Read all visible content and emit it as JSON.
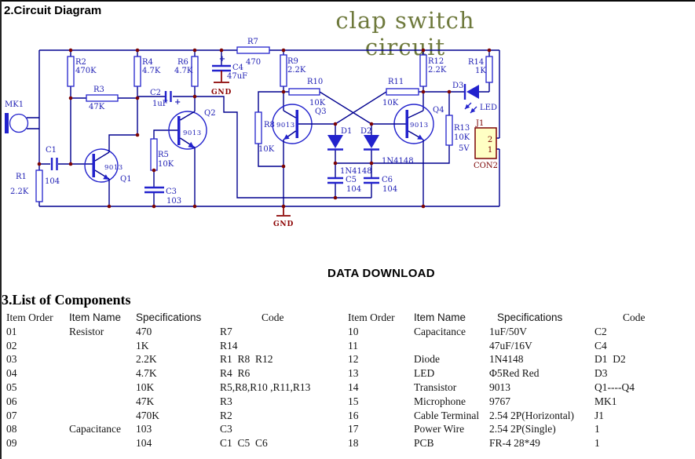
{
  "page": {
    "section_circuit_title": "2.Circuit Diagram",
    "brand_title": "clap switch circuit",
    "data_download_label": "DATA DOWNLOAD",
    "section_components_title": "3.List of Components"
  },
  "colors": {
    "wire": "#00008f",
    "component_blue": "#2222cd",
    "schematic_label": "#1e1eb4",
    "junction_maroon": "#7c0404",
    "gnd_red": "#8b0000",
    "connector_fill": "#ffffc4",
    "connector_border": "#7c0404",
    "brand_olive": "#6e793c"
  },
  "schematic": {
    "mic": {
      "code": "MK1"
    },
    "r1": {
      "code": "R1",
      "value": "2.2K"
    },
    "r2": {
      "code": "R2",
      "value": "470K"
    },
    "r3": {
      "code": "R3",
      "value": "47K"
    },
    "r4": {
      "code": "R4",
      "value": "4.7K"
    },
    "r5": {
      "code": "R5",
      "value": "10K"
    },
    "r6": {
      "code": "R6",
      "value": "4.7K"
    },
    "r7": {
      "code": "R7",
      "value": "470"
    },
    "r8": {
      "code": "R8",
      "value": "10K"
    },
    "r9": {
      "code": "R9",
      "value": "2.2K"
    },
    "r10": {
      "code": "R10",
      "value": "10K"
    },
    "r11": {
      "code": "R11",
      "value": "10K"
    },
    "r12": {
      "code": "R12",
      "value": "2.2K"
    },
    "r13": {
      "code": "R13",
      "value": "10K",
      "note": "5V"
    },
    "r14": {
      "code": "R14",
      "value": "1K"
    },
    "c1": {
      "code": "C1",
      "value": "104"
    },
    "c2": {
      "code": "C2",
      "value": "1uF",
      "polarity": "+"
    },
    "c3": {
      "code": "C3",
      "value": "103"
    },
    "c4": {
      "code": "C4",
      "value": "47uF",
      "polarity": "+",
      "ground": "GND"
    },
    "c5": {
      "code": "C5",
      "value": "104"
    },
    "c6": {
      "code": "C6",
      "value": "104"
    },
    "q1": {
      "code": "Q1",
      "value": "9013"
    },
    "q2": {
      "code": "Q2",
      "value": "9013"
    },
    "q3": {
      "code": "Q3",
      "value": "9013"
    },
    "q4": {
      "code": "Q4",
      "value": "9013"
    },
    "d1": {
      "code": "D1",
      "part": "1N4148"
    },
    "d2": {
      "code": "D2",
      "part": "1N4148"
    },
    "d3": {
      "code": "D3",
      "label": "LED"
    },
    "j1": {
      "code": "J1",
      "pin_2": "2",
      "pin_1": "1",
      "footprint": "CON2"
    },
    "ground": "GND"
  },
  "components_table": {
    "headers": [
      "Item Order",
      "Item Name",
      "Specifications",
      "Code"
    ],
    "left_rows": [
      {
        "order": "01",
        "name": "Resistor",
        "spec": "470",
        "code": "R7"
      },
      {
        "order": "02",
        "name": "",
        "spec": "1K",
        "code": "R14"
      },
      {
        "order": "03",
        "name": "",
        "spec": "2.2K",
        "code": "R1  R8  R12"
      },
      {
        "order": "04",
        "name": "",
        "spec": "4.7K",
        "code": "R4  R6"
      },
      {
        "order": "05",
        "name": "",
        "spec": "10K",
        "code": "R5,R8,R10 ,R11,R13"
      },
      {
        "order": "06",
        "name": "",
        "spec": "47K",
        "code": "R3"
      },
      {
        "order": "07",
        "name": "",
        "spec": "470K",
        "code": "R2"
      },
      {
        "order": "08",
        "name": "Capacitance",
        "spec": "103",
        "code": "C3"
      },
      {
        "order": "09",
        "name": "",
        "spec": "104",
        "code": "C1  C5  C6"
      }
    ],
    "right_rows": [
      {
        "order": "10",
        "name": "Capacitance",
        "spec": "1uF/50V",
        "code": "C2"
      },
      {
        "order": "11",
        "name": "",
        "spec": "47uF/16V",
        "code": "C4"
      },
      {
        "order": "12",
        "name": "Diode",
        "spec": "1N4148",
        "code": "D1  D2"
      },
      {
        "order": "13",
        "name": "LED",
        "spec": "Φ5Red Red",
        "code": "D3"
      },
      {
        "order": "14",
        "name": "Transistor",
        "spec": "9013",
        "code": "Q1----Q4"
      },
      {
        "order": "15",
        "name": "Microphone",
        "spec": "9767",
        "code": "MK1"
      },
      {
        "order": "16",
        "name": "Cable Terminal",
        "spec": "2.54 2P(Horizontal)",
        "code": "J1"
      },
      {
        "order": "17",
        "name": "Power Wire",
        "spec": "2.54 2P(Single)",
        "code": "1"
      },
      {
        "order": "18",
        "name": "PCB",
        "spec": "FR-4 28*49",
        "code": "1"
      }
    ]
  }
}
